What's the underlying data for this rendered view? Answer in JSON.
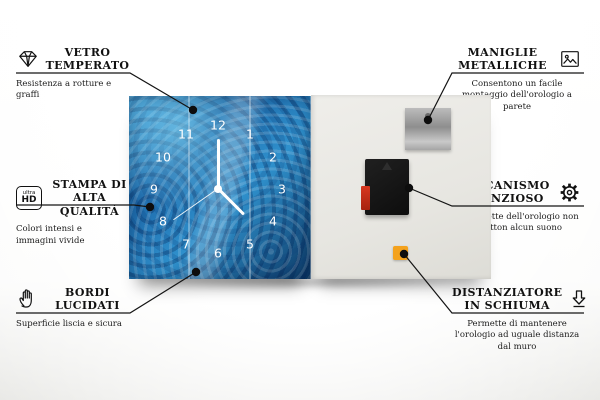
{
  "clock": {
    "numbers": [
      "12",
      "1",
      "2",
      "3",
      "4",
      "5",
      "6",
      "7",
      "8",
      "9",
      "10",
      "11"
    ]
  },
  "icons": {
    "hd_top": "ultra",
    "hd_bot": "HD"
  },
  "colors": {
    "glass_blue": "#1e6cad",
    "back_panel": "#e7e6e1",
    "foam_orange": "#f4a21d",
    "battery_red": "#c42a17",
    "line_black": "#141414"
  },
  "callouts": {
    "left": [
      {
        "title": "VETRO TEMPERATO",
        "desc": "Resistenza a rotture e graffi"
      },
      {
        "title": "STAMPA DI ALTA QUALITÀ",
        "desc": "Colori intensi e immagini vivide"
      },
      {
        "title": "BORDI LUCIDATI",
        "desc": "Superficie liscia e sicura"
      }
    ],
    "right": [
      {
        "title": "MANIGLIE METALLICHE",
        "desc": "Consentono un facile montaggio dell'orologio a parete"
      },
      {
        "title": "MECCANISMO SILENZIOSO",
        "desc": "Le lancette dell'orologio non emetton alcun suono"
      },
      {
        "title": "DISTANZIATORE IN SCHIUMA",
        "desc": "Permette di mantenere l'orologio ad uguale distanza dal muro"
      }
    ]
  }
}
